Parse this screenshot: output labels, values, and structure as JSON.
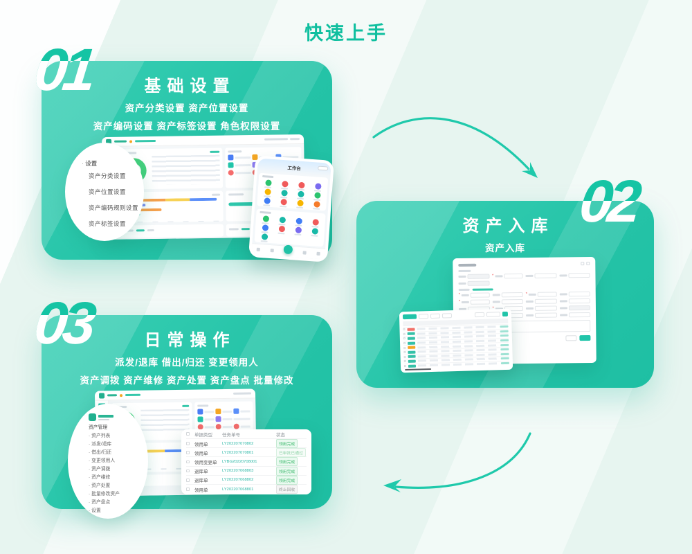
{
  "page": {
    "title": "快速上手"
  },
  "colors": {
    "brand_teal": "#1fc2a6",
    "card_gradient": [
      "#38cfb4",
      "#1ebfa3"
    ],
    "number_teal": "#15c4a4",
    "background_mint": "#e7f5f0",
    "status_green": "#3cb96c",
    "status_gray": "#9a9a9a",
    "tag_red": "#f2726a",
    "tag_orange": "#f5a623"
  },
  "cards": [
    {
      "number": "01",
      "title": "基础设置",
      "subtitle_lines": [
        "资产分类设置 资产位置设置",
        "资产编码设置 资产标签设置 角色权限设置"
      ],
      "magnifier": {
        "header": "设置",
        "items": [
          "资产分类设置",
          "资产位置设置",
          "资产编码规则设置",
          "资产标签设置"
        ]
      },
      "phone": {
        "title": "工作台"
      }
    },
    {
      "number": "02",
      "title": "资产入库",
      "subtitle_lines": [
        "资产入库"
      ]
    },
    {
      "number": "03",
      "title": "日常操作",
      "subtitle_lines": [
        "派发/退库 借出/归还 变更领用人",
        "资产调拨 资产维修 资产处置 资产盘点 批量修改"
      ],
      "magnifier": {
        "header": "资产管理",
        "items": [
          "资产列表",
          "派发/退库",
          "借出/归还",
          "变更领用人",
          "资产调拨",
          "资产维修",
          "资产处置",
          "批量修改资产",
          "资产盘点",
          "设置"
        ]
      },
      "table": {
        "headers": [
          "单据类型",
          "任务单号",
          "状态"
        ],
        "rows": [
          {
            "type": "领用单",
            "no": "LY202207070802",
            "status": "领用完成",
            "style": "green"
          },
          {
            "type": "领用单",
            "no": "LY202207070801",
            "status": "已审批已通过",
            "style": "outline"
          },
          {
            "type": "领用变更单",
            "no": "LYBG20220708001",
            "status": "领用完成",
            "style": "green"
          },
          {
            "type": "退库单",
            "no": "LY202207068803",
            "status": "领用完成",
            "style": "green"
          },
          {
            "type": "退库单",
            "no": "LY202207068802",
            "status": "领用完成",
            "style": "green"
          },
          {
            "type": "领用单",
            "no": "LY202207068801",
            "status": "终止回收",
            "style": "gray"
          }
        ]
      }
    }
  ]
}
